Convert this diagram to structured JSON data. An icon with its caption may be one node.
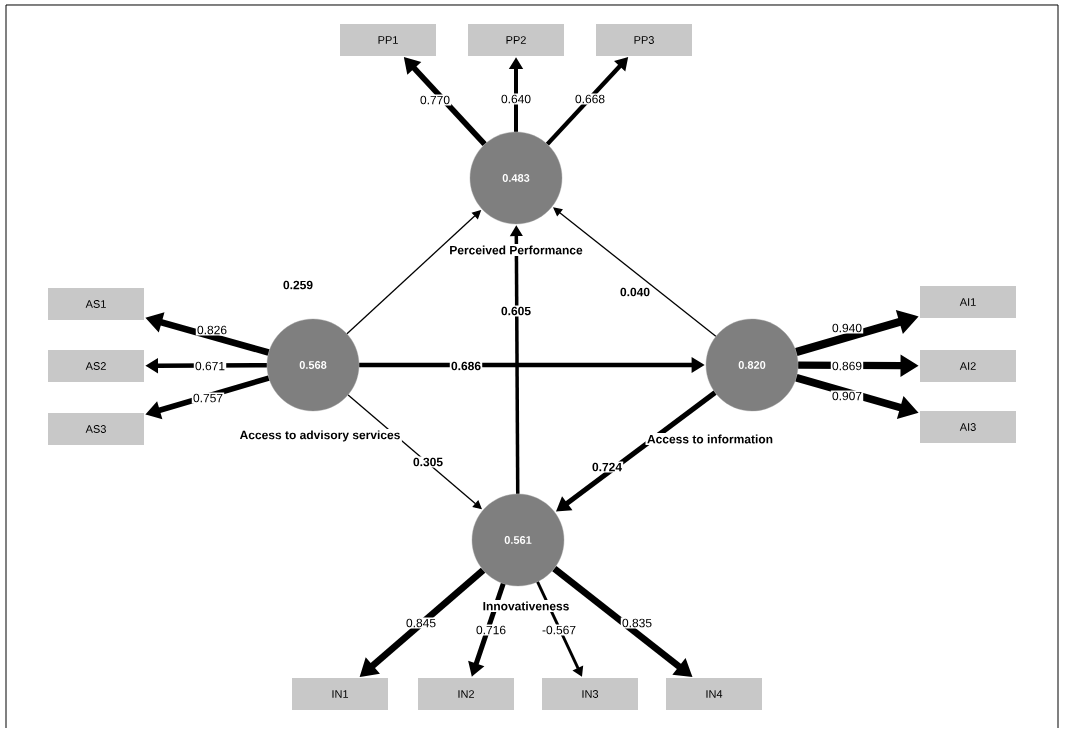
{
  "diagram": {
    "nodes": [
      {
        "text": [
          "0.483"
        ],
        "beside": [
          "Perceived Performance"
        ]
      },
      {
        "text": [
          "0.568"
        ],
        "beside": [
          "Access to advisory services"
        ]
      },
      {
        "text": [
          "0.820"
        ],
        "beside": [
          "Access to information"
        ]
      },
      {
        "text": [
          "0.561"
        ],
        "beside": [
          "Innovativeness"
        ]
      },
      {
        "text": [
          "PP1"
        ]
      },
      {
        "text": [
          "PP2"
        ]
      },
      {
        "text": [
          "PP3"
        ]
      },
      {
        "text": [
          "AS1"
        ]
      },
      {
        "text": [
          "AS2"
        ]
      },
      {
        "text": [
          "AS3"
        ]
      },
      {
        "text": [
          "AI1"
        ]
      },
      {
        "text": [
          "AI2"
        ]
      },
      {
        "text": [
          "AI3"
        ]
      },
      {
        "text": [
          "IN1"
        ]
      },
      {
        "text": [
          "IN2"
        ]
      },
      {
        "text": [
          "IN3"
        ]
      },
      {
        "text": [
          "IN4"
        ]
      }
    ],
    "edges": [
      {
        "from": 0,
        "to": 4,
        "arrow": "to",
        "label": "0.770"
      },
      {
        "from": 0,
        "to": 5,
        "arrow": "to",
        "label": "0.640"
      },
      {
        "from": 0,
        "to": 6,
        "arrow": "to",
        "label": "0.668"
      },
      {
        "from": 1,
        "to": 7,
        "arrow": "to",
        "label": "0.826"
      },
      {
        "from": 1,
        "to": 8,
        "arrow": "to",
        "label": "0.671"
      },
      {
        "from": 1,
        "to": 9,
        "arrow": "to",
        "label": "0.757"
      },
      {
        "from": 2,
        "to": 10,
        "arrow": "to",
        "label": "0.940"
      },
      {
        "from": 2,
        "to": 11,
        "arrow": "to",
        "label": "0.869"
      },
      {
        "from": 2,
        "to": 12,
        "arrow": "to",
        "label": "0.907"
      },
      {
        "from": 3,
        "to": 13,
        "arrow": "to",
        "label": "0.845"
      },
      {
        "from": 3,
        "to": 14,
        "arrow": "to",
        "label": "0.716"
      },
      {
        "from": 3,
        "to": 15,
        "arrow": "to",
        "label": "-0.567"
      },
      {
        "from": 3,
        "to": 16,
        "arrow": "to",
        "label": "0.835"
      },
      {
        "from": 1,
        "to": 0,
        "arrow": "to",
        "label": "0.259"
      },
      {
        "from": 2,
        "to": 0,
        "arrow": "to",
        "label": "0.040"
      },
      {
        "from": 3,
        "to": 0,
        "arrow": "to",
        "label": "0.605"
      },
      {
        "from": 1,
        "to": 2,
        "arrow": "to",
        "label": "0.686"
      },
      {
        "from": 1,
        "to": 3,
        "arrow": "to",
        "label": "0.305"
      },
      {
        "from": 2,
        "to": 3,
        "arrow": "to",
        "label": "0.724"
      }
    ]
  }
}
